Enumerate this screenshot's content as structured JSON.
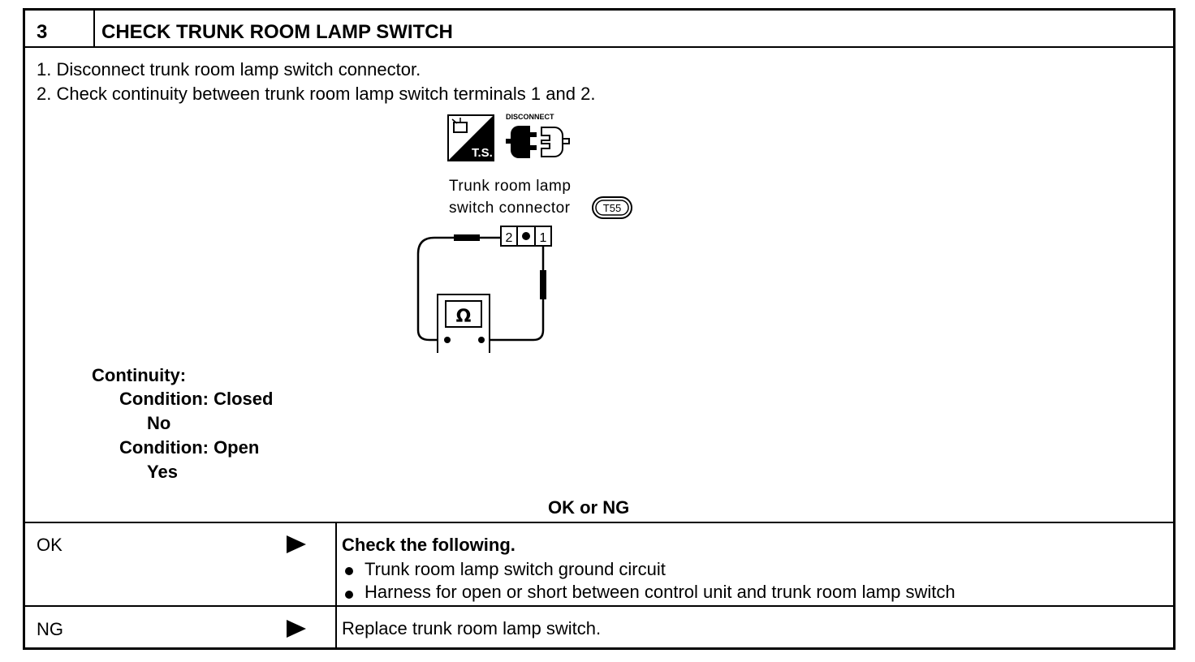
{
  "header": {
    "step_number": "3",
    "title": "CHECK TRUNK ROOM LAMP SWITCH"
  },
  "instructions": [
    "1. Disconnect trunk room lamp switch connector.",
    "2. Check continuity between trunk room lamp switch terminals 1 and 2."
  ],
  "diagram": {
    "ts_icon_label": "T.S.",
    "disconnect_icon_label": "DISCONNECT",
    "connector_label_line1": "Trunk room lamp",
    "connector_label_line2": "switch connector",
    "connector_code": "T55",
    "terminal_left": "2",
    "terminal_right": "1",
    "meter_symbol": "Ω"
  },
  "continuity": {
    "heading": "Continuity:",
    "condition1": "Condition: Closed",
    "result1": "No",
    "condition2": "Condition: Open",
    "result2": "Yes"
  },
  "ok_or_ng": "OK or NG",
  "results": {
    "ok_label": "OK",
    "ok_heading": "Check the following.",
    "ok_items": [
      "Trunk room lamp switch ground circuit",
      "Harness for open or short between control unit and trunk room lamp switch"
    ],
    "ng_label": "NG",
    "ng_action": "Replace trunk room lamp switch."
  }
}
